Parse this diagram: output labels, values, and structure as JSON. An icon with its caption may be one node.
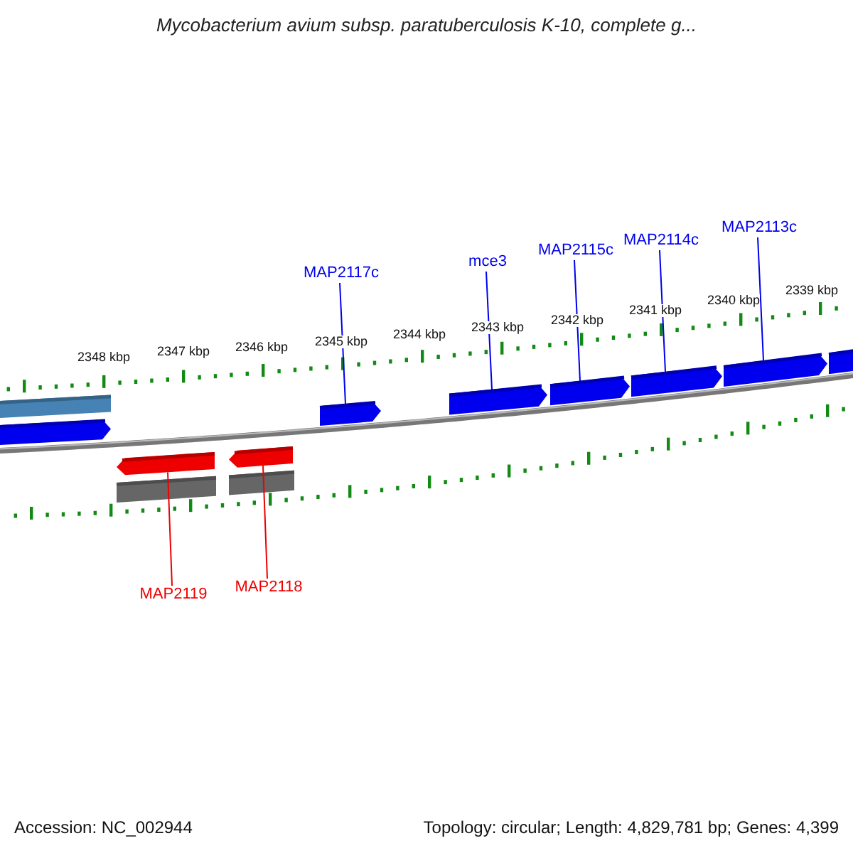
{
  "diagram": {
    "title": "Mycobacterium avium subsp. paratuberculosis K-10, complete g...",
    "nodes": [
      {
        "text": [
          "MAP2117c"
        ]
      },
      {
        "text": [
          "mce3"
        ]
      },
      {
        "text": [
          "MAP2115c"
        ]
      },
      {
        "text": [
          "MAP2114c"
        ]
      },
      {
        "text": [
          "MAP2113c"
        ]
      },
      {
        "text": [],
        "shape": "bar"
      },
      {
        "text": [],
        "shape": "arrow"
      },
      {
        "text": [],
        "shape": "arrow"
      },
      {
        "text": [],
        "shape": "arrow"
      },
      {
        "text": [],
        "shape": "arrow"
      },
      {
        "text": [],
        "shape": "arrow"
      },
      {
        "text": [],
        "shape": "arrow"
      },
      {
        "text": [],
        "shape": "arrow"
      },
      {
        "text": [],
        "shape": "arrow"
      },
      {
        "text": [],
        "shape": "arrow"
      },
      {
        "text": [],
        "shape": "bar"
      },
      {
        "text": [],
        "shape": "bar"
      },
      {
        "text": [
          "MAP2119"
        ]
      },
      {
        "text": [
          "MAP2118"
        ]
      }
    ],
    "edges": [
      {
        "from": 0,
        "to": 7,
        "arrow": "none"
      },
      {
        "from": 1,
        "to": 8,
        "arrow": "none"
      },
      {
        "from": 2,
        "to": 9,
        "arrow": "none"
      },
      {
        "from": 3,
        "to": 10,
        "arrow": "none"
      },
      {
        "from": 4,
        "to": 11,
        "arrow": "none"
      },
      {
        "from": 17,
        "to": 13,
        "arrow": "none",
        "color": "#ee0000"
      },
      {
        "from": 18,
        "to": 14,
        "arrow": "none",
        "color": "#ee0000"
      }
    ],
    "labels": [
      "2339 kbp",
      "2340 kbp",
      "2341 kbp",
      "2342 kbp",
      "2343 kbp",
      "2344 kbp",
      "2345 kbp",
      "2346 kbp",
      "2347 kbp",
      "2348 kbp",
      "Accession: NC_002944",
      "Topology: circular; Length: 4,829,781 bp; Genes: 4,399"
    ]
  }
}
